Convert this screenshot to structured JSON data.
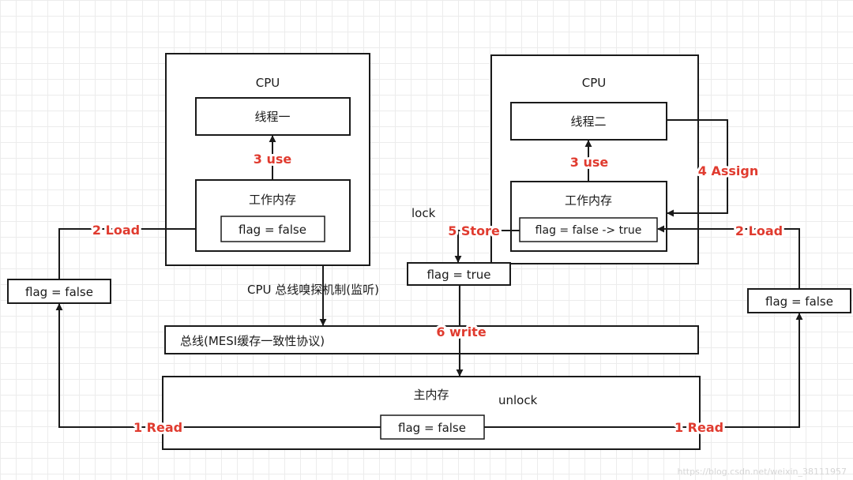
{
  "nodes": {
    "cpu1_title": "CPU",
    "thread1": "线程一",
    "workmem1": "工作内存",
    "flag1": "flag = false",
    "cpu2_title": "CPU",
    "thread2": "线程二",
    "workmem2": "工作内存",
    "flag2": "flag = false -> true",
    "left_flag": "flag = false",
    "right_flag": "flag = false",
    "store_flag": "flag = true",
    "bus": "总线(MESI缓存一致性协议)",
    "main_mem": "主内存",
    "main_flag": "flag = false"
  },
  "labels": {
    "lock": "lock",
    "unlock": "unlock",
    "sniff": "CPU 总线嗅探机制(监听)"
  },
  "steps": {
    "use1": "3 use",
    "use2": "3 use",
    "load_left": "2 Load",
    "load_right": "2 Load",
    "assign": "4 Assign",
    "store": "5 Store",
    "write": "6 write",
    "read_left": "1 Read",
    "read_right": "1 Read"
  },
  "colors": {
    "step_text": "#e03b2f",
    "stroke": "#1a1a1a",
    "grid": "#ececec"
  },
  "watermark": "https://blog.csdn.net/weixin_38111957"
}
